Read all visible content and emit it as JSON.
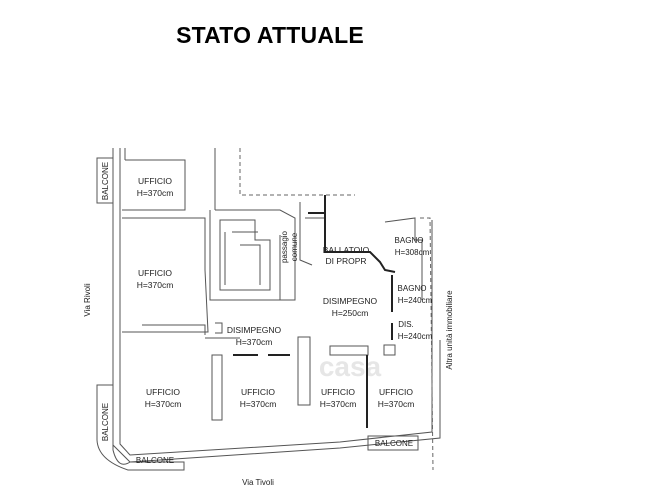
{
  "title": "STATO ATTUALE",
  "rooms": [
    {
      "name": "UFFICIO",
      "height": "H=370cm"
    },
    {
      "name": "UFFICIO",
      "height": "H=370cm"
    },
    {
      "name": "UFFICIO",
      "height": "H=370cm"
    },
    {
      "name": "DISIMPEGNO",
      "height": "H=370cm"
    },
    {
      "name": "UFFICIO",
      "height": "H=370cm"
    },
    {
      "name": "UFFICIO",
      "height": "H=370cm"
    },
    {
      "name": "UFFICIO",
      "height": "H=370cm"
    },
    {
      "name": "DISIMPEGNO",
      "height": "H=250cm"
    },
    {
      "name": "BAGNO",
      "height": "H=308cm"
    },
    {
      "name": "BAGNO",
      "height": "H=240cm"
    },
    {
      "name": "DIS.",
      "height": "H=240cm"
    }
  ],
  "ballatoio": [
    "BALLATOIO",
    "DI PROPR"
  ],
  "passaggio": [
    "passagio",
    "comune"
  ],
  "balconies": [
    "BALCONE",
    "BALCONE",
    "BALCONE",
    "BALCONE"
  ],
  "streets": {
    "left": "Via Rivoli",
    "bottom": "Via Tivoli"
  },
  "neighbor": "Altra unità immobiliare",
  "watermark": "casa"
}
